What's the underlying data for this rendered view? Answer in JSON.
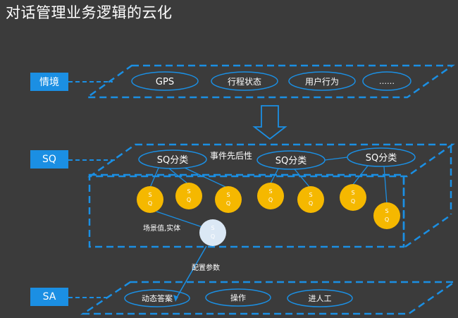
{
  "title": "对话管理业务逻辑的云化",
  "tags": {
    "context": "情境",
    "sq": "SQ",
    "sa": "SA"
  },
  "context_items": [
    "GPS",
    "行程状态",
    "用户行为",
    "……"
  ],
  "sq_categories": [
    "SQ分类",
    "SQ分类",
    "SQ分类"
  ],
  "event_order_label": "事件先后性",
  "sq_node_label": [
    "S",
    "Q"
  ],
  "scene_label": "场景值,实体",
  "config_label": "配置参数",
  "sa_items": [
    "动态答案",
    "操作",
    "进人工"
  ],
  "colors": {
    "accent_blue": "#1b8fe3",
    "node_gold": "#f5b800",
    "background": "#3b3b3b"
  }
}
